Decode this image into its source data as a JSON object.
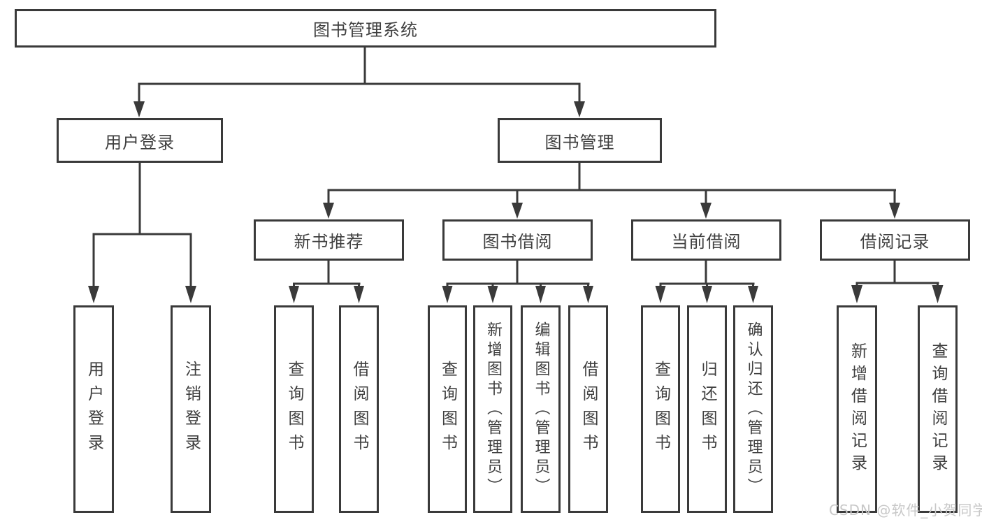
{
  "diagram": {
    "title_box": {
      "label": "图书管理系统"
    },
    "level2": {
      "user_login": {
        "label": "用户登录"
      },
      "book_mgmt": {
        "label": "图书管理"
      }
    },
    "level3": {
      "new_book_rec": {
        "label": "新书推荐"
      },
      "book_borrow": {
        "label": "图书借阅"
      },
      "current_borrow": {
        "label": "当前借阅"
      },
      "borrow_record": {
        "label": "借阅记录"
      }
    },
    "leaves": {
      "user_login": [
        {
          "label": "用户登录"
        },
        {
          "label": "注销登录"
        }
      ],
      "new_book_rec": [
        {
          "label": "查询图书"
        },
        {
          "label": "借阅图书"
        }
      ],
      "book_borrow": [
        {
          "label": "查询图书"
        },
        {
          "label": "新增图书（管理员）"
        },
        {
          "label": "编辑图书（管理员）"
        },
        {
          "label": "借阅图书"
        }
      ],
      "current_borrow": [
        {
          "label": "查询图书"
        },
        {
          "label": "归还图书"
        },
        {
          "label": "确认归还（管理员）"
        }
      ],
      "borrow_record": [
        {
          "label": "新增借阅记录"
        },
        {
          "label": "查询借阅记录"
        }
      ]
    },
    "colors": {
      "line": "#3a3a3a",
      "text": "#3f3f3f",
      "background": "#ffffff",
      "watermark": "#c8c8c8"
    }
  },
  "watermark": {
    "text": "CSDN @软件_小贺同学"
  }
}
